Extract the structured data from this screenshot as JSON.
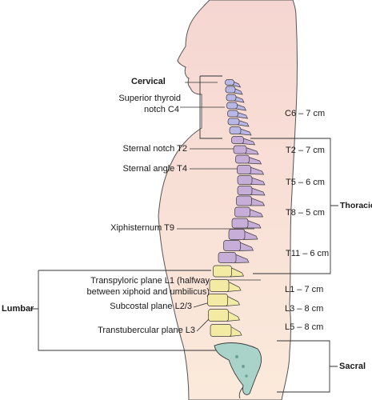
{
  "labels": {
    "cervical": "Cervical",
    "superior_thyroid_1": "Superior thyroid",
    "superior_thyroid_2": "notch C4",
    "sternal_notch": "Sternal notch T2",
    "sternal_angle": "Sternal angle T4",
    "xiphisternum": "Xiphisternum T9",
    "transpyloric_1": "Transpyloric plane L1 (halfway",
    "transpyloric_2": "between xiphoid and umbilicus)",
    "subcostal": "Subcostal plane L2/3",
    "transtubercular": "Transtubercular plane L3",
    "lumbar": "Lumbar",
    "thoracic": "Thoracic",
    "sacral": "Sacral"
  },
  "lengths": {
    "c6": "C6 – 7 cm",
    "t2": "T2 – 7 cm",
    "t5": "T5 – 6 cm",
    "t8": "T8 – 5 cm",
    "t11": "T11 – 6 cm",
    "l1": "L1 – 7 cm",
    "l3": "L3 – 8 cm",
    "l5": "L5 – 8 cm"
  },
  "colors": {
    "skin_top": "#f6d6d2",
    "skin_bottom": "#fbe9da",
    "body_outline": "#4a4a4a",
    "cervical_fill": "#b9b7e6",
    "thoracic_fill": "#c7aed8",
    "lumbar_fill": "#f3eaa3",
    "sacral_fill": "#a9d3c9",
    "bone_outline": "#3a3a3a"
  }
}
